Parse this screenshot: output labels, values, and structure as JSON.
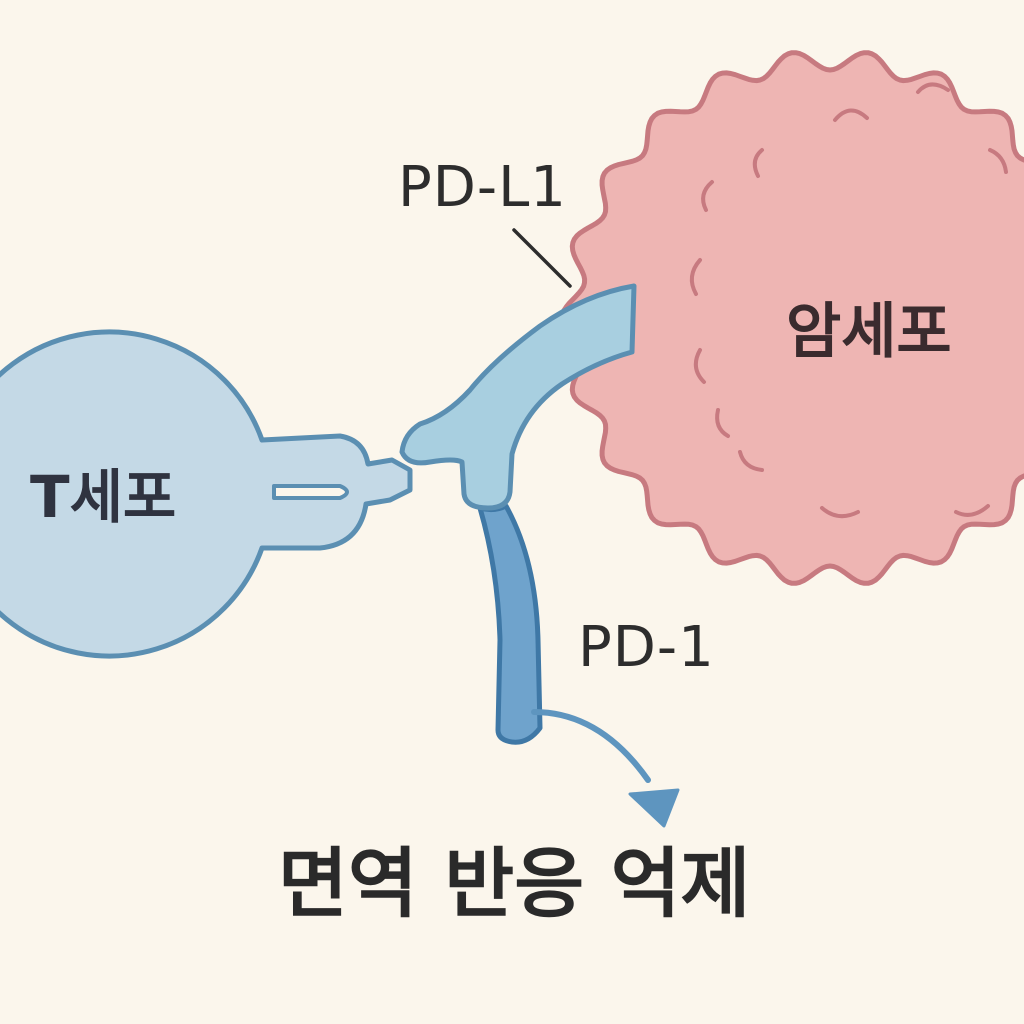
{
  "diagram": {
    "labels": {
      "t_cell": "T세포",
      "cancer_cell": "암세포",
      "pd_l1": "PD-L1",
      "pd_1": "PD-1",
      "result": "면역 반응 억제"
    },
    "colors": {
      "background": "#fbf6ec",
      "t_cell_fill": "#c4d9e6",
      "t_cell_stroke": "#5b8fb2",
      "cancer_fill": "#eeb5b3",
      "cancer_stroke": "#c77a80",
      "pd_l1_fill": "#a8cfe0",
      "pd_1_fill": "#6fa3cc",
      "arrow": "#5e95bf",
      "text": "#2d2d2d"
    }
  }
}
